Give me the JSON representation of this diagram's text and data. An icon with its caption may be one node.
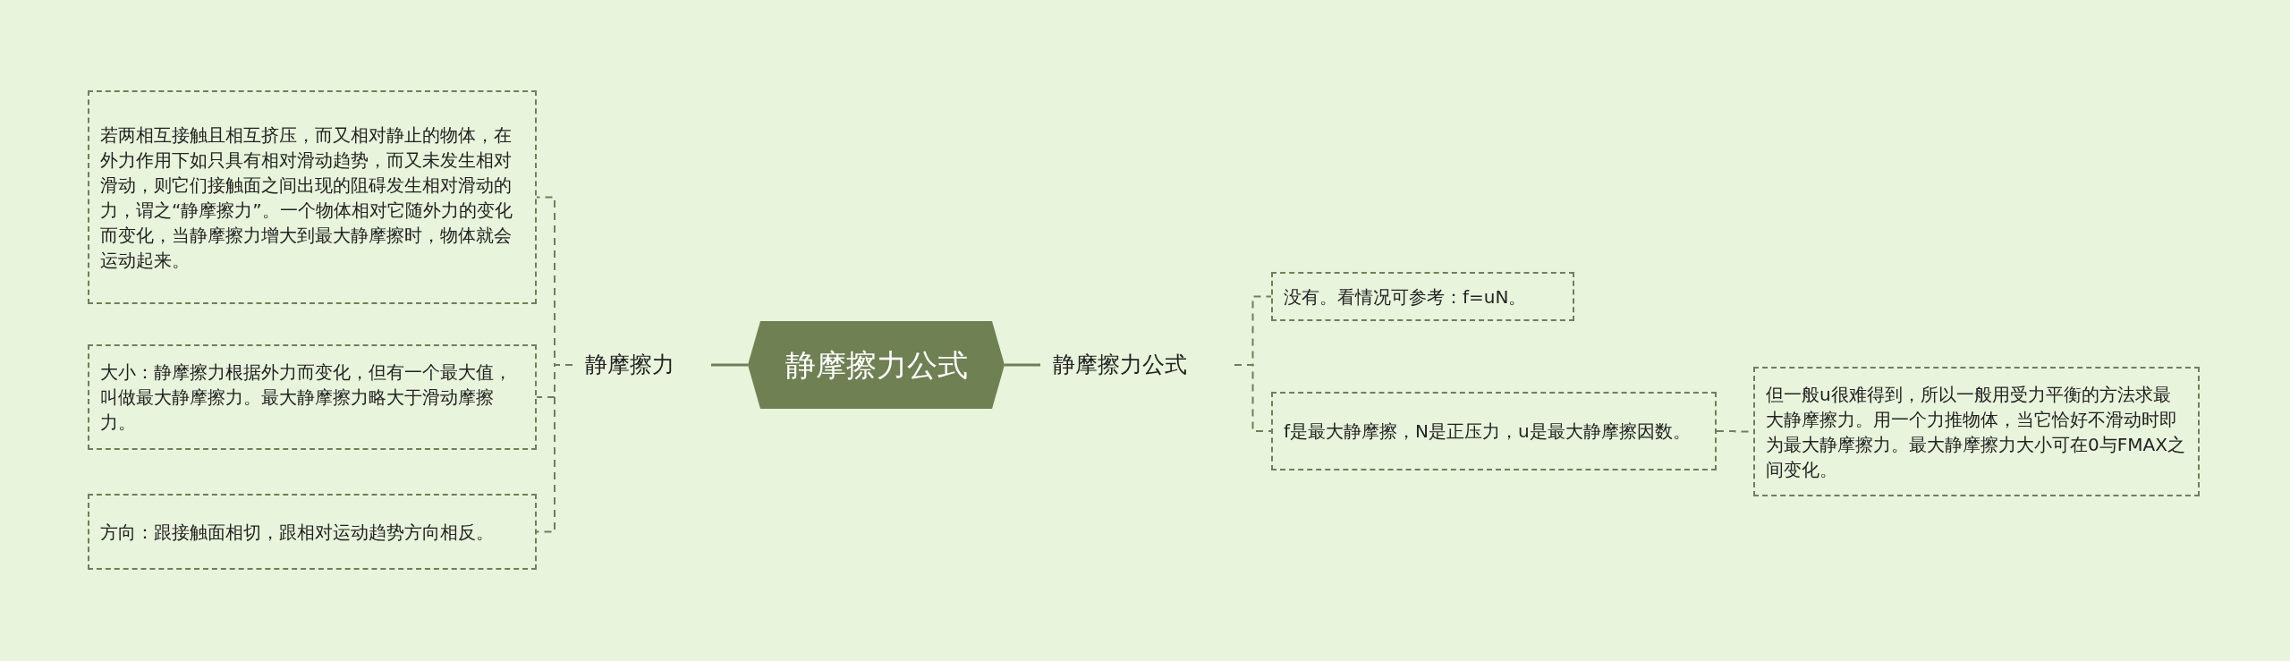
{
  "diagram": {
    "nodes": [
      {
        "text": [
          "静摩擦力公式"
        ]
      },
      {
        "text": [
          "静摩擦力"
        ]
      },
      {
        "text": [
          "若两相互接触且相互挤压，而又相对静止的物体，在外力作用下如只具有相对滑动趋势，而又未发生相对滑动，则它们接触面之间出现的阻碍发生相对滑动的力，谓之“静摩擦力”。一个物体相对它随外力的变化而变化，当静摩擦力增大到最大静摩擦时，物体就会运动起来。"
        ]
      },
      {
        "text": [
          "大小：静摩擦力根据外力而变化，但有一个最大值，叫做最大静摩擦力。最大静摩擦力略大于滑动摩擦力。"
        ]
      },
      {
        "text": [
          "方向：跟接触面相切，跟相对运动趋势方向相反。"
        ]
      },
      {
        "text": [
          "静摩擦力公式"
        ]
      },
      {
        "text": [
          "没有。看情况可参考：f=uN。"
        ]
      },
      {
        "text": [
          "f是最大静摩擦，N是正压力，u是最大静摩擦因数。"
        ]
      },
      {
        "text": [
          "但一般u很难得到，所以一般用受力平衡的方法求最大静摩擦力。用一个力推物体，当它恰好不滑动时即为最大静摩擦力。最大静摩擦力大小可在0与FMAX之间变化。"
        ]
      }
    ],
    "edges": [
      {
        "from": 0,
        "to": 1,
        "arrow": "none"
      },
      {
        "from": 1,
        "to": 2,
        "arrow": "none",
        "style": "dashed"
      },
      {
        "from": 1,
        "to": 3,
        "arrow": "none",
        "style": "dashed"
      },
      {
        "from": 1,
        "to": 4,
        "arrow": "none",
        "style": "dashed"
      },
      {
        "from": 0,
        "to": 5,
        "arrow": "none"
      },
      {
        "from": 5,
        "to": 6,
        "arrow": "none",
        "style": "dashed"
      },
      {
        "from": 5,
        "to": 7,
        "arrow": "none",
        "style": "dashed"
      },
      {
        "from": 7,
        "to": 8,
        "arrow": "none",
        "style": "dashed"
      }
    ]
  }
}
